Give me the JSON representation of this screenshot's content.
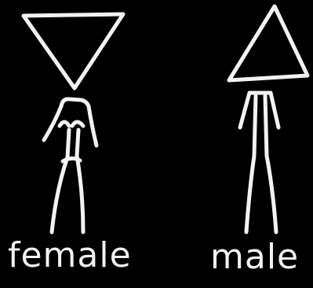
{
  "figures": [
    {
      "label": "female",
      "symbol": "inverted-triangle"
    },
    {
      "label": "male",
      "symbol": "upright-triangle"
    }
  ],
  "colors": {
    "background": "#000000",
    "stroke": "#f2f2f2"
  }
}
